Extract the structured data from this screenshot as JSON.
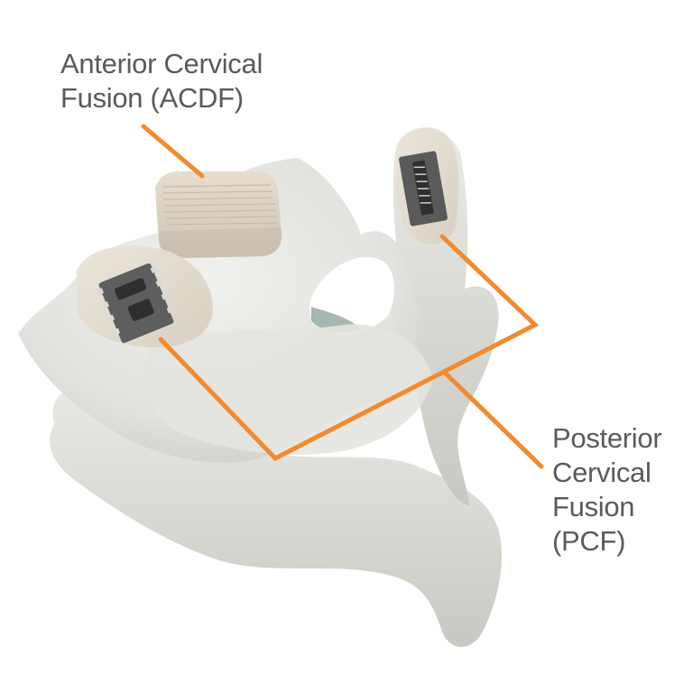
{
  "diagram": {
    "subject": "Cervical vertebrae with fusion implants",
    "labels": {
      "acdf": {
        "lines": [
          "Anterior Cervical",
          "Fusion (ACDF)"
        ]
      },
      "pcf": {
        "lines": [
          "Posterior",
          "Cervical",
          "Fusion",
          "(PCF)"
        ]
      }
    },
    "colors": {
      "leader_line": "#F28A2E",
      "label_text": "#5A5A5A",
      "bone": "#E6E6E2",
      "bone_shadow": "#C9C9C4",
      "cage": "#DDD3C4",
      "implant": "#5F5F5F",
      "background": "#FFFFFF"
    },
    "components": [
      {
        "name": "Anterior interbody cage (ACDF spacer)"
      },
      {
        "name": "Left posterior facet implant"
      },
      {
        "name": "Right posterior facet implant"
      }
    ]
  }
}
